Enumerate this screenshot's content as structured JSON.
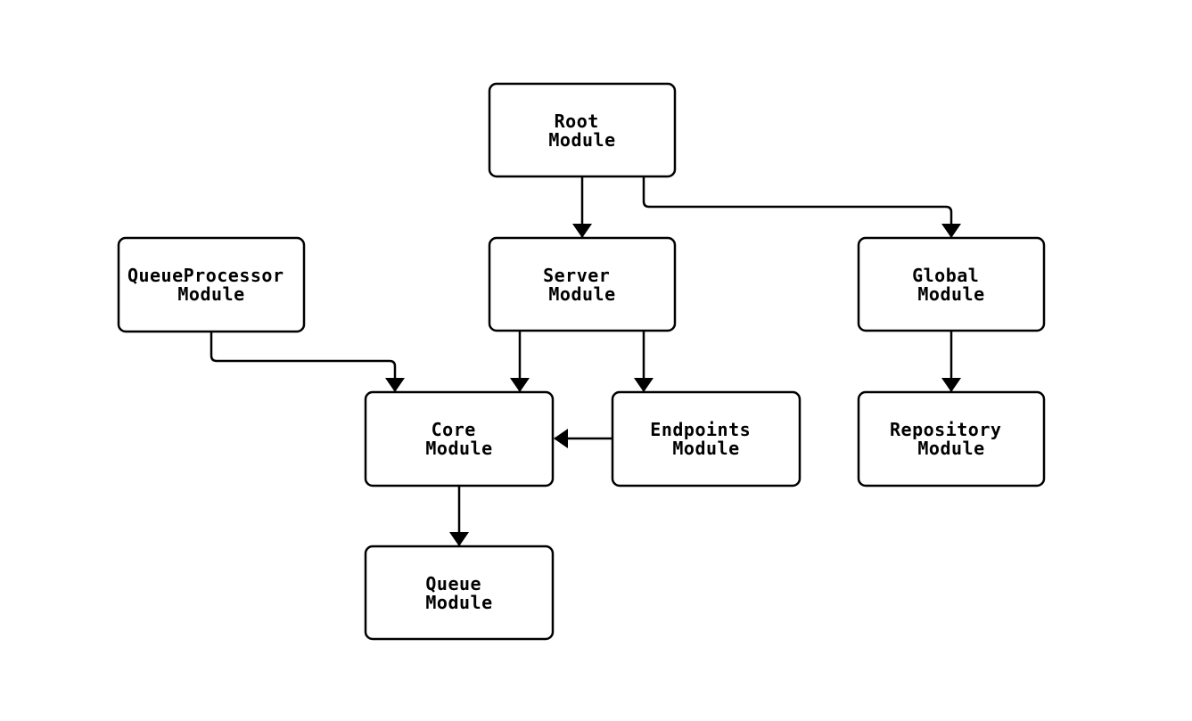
{
  "diagram": {
    "type": "dependency-graph",
    "colors": {
      "background": "#ffffff",
      "node_fill": "#ffffff",
      "node_stroke": "#000000",
      "edge_stroke": "#000000",
      "text": "#000000"
    },
    "nodes": {
      "root": {
        "line1": "Root",
        "line2": "Module"
      },
      "queueprocessor": {
        "line1": "QueueProcessor",
        "line2": "Module"
      },
      "server": {
        "line1": "Server",
        "line2": "Module"
      },
      "global": {
        "line1": "Global",
        "line2": "Module"
      },
      "core": {
        "line1": "Core",
        "line2": "Module"
      },
      "endpoints": {
        "line1": "Endpoints",
        "line2": "Module"
      },
      "repository": {
        "line1": "Repository",
        "line2": "Module"
      },
      "queue": {
        "line1": "Queue",
        "line2": "Module"
      }
    },
    "edges": [
      {
        "from": "Root Module",
        "to": "Server Module"
      },
      {
        "from": "Root Module",
        "to": "Global Module"
      },
      {
        "from": "QueueProcessor Module",
        "to": "Core Module"
      },
      {
        "from": "Server Module",
        "to": "Core Module"
      },
      {
        "from": "Server Module",
        "to": "Endpoints Module"
      },
      {
        "from": "Global Module",
        "to": "Repository Module"
      },
      {
        "from": "Endpoints Module",
        "to": "Core Module"
      },
      {
        "from": "Core Module",
        "to": "Queue Module"
      }
    ]
  }
}
